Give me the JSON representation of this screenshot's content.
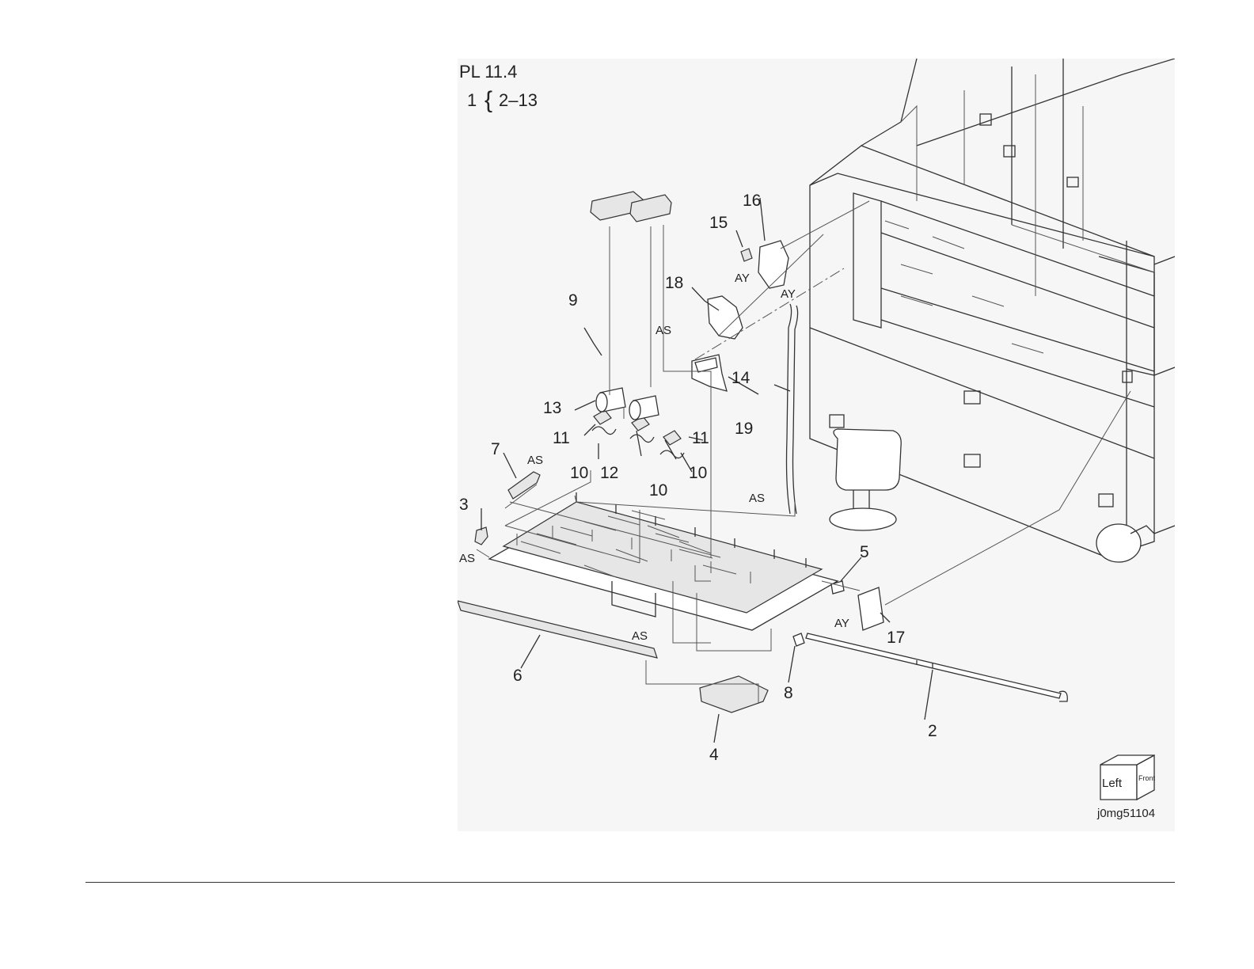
{
  "plate": {
    "title": "PL 11.4",
    "assembly_prefix": "1",
    "assembly_range": "2–13"
  },
  "image_id": "j0mg51104",
  "orientation_cube": {
    "top": "Left",
    "side": "Front"
  },
  "callouts": {
    "p2": "2",
    "p3": "3",
    "p4": "4",
    "p5": "5",
    "p6": "6",
    "p7": "7",
    "p8": "8",
    "p9": "9",
    "p10a": "10",
    "p10b": "10",
    "p10c": "10",
    "p11a": "11",
    "p11b": "11",
    "p12": "12",
    "p13": "13",
    "p14": "14",
    "p15": "15",
    "p16": "16",
    "p17": "17",
    "p18": "18",
    "p19": "19"
  },
  "refs": {
    "as_3": "AS",
    "as_7": "AS",
    "as_9": "AS",
    "as_6": "AS",
    "as_14": "AS",
    "ay_16": "AY",
    "ay_14": "AY",
    "ay_17": "AY"
  }
}
